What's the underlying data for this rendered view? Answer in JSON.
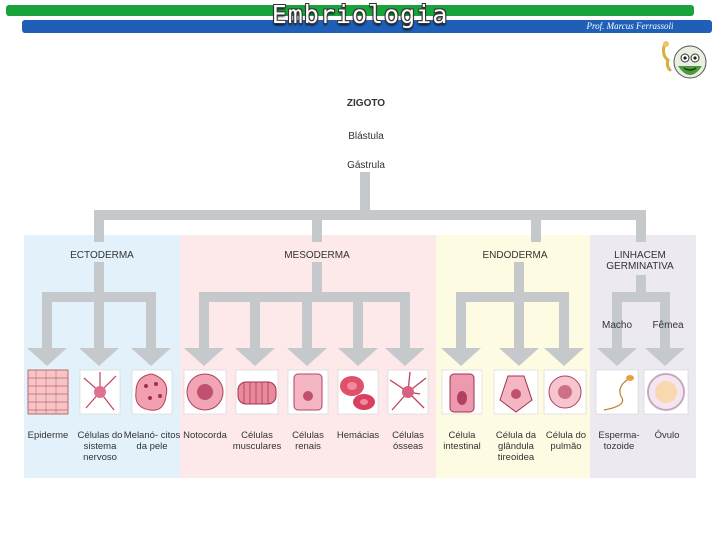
{
  "header": {
    "title": "Embriologia",
    "author": "Prof. Marcus Ferrassoli",
    "colors": {
      "green_bar": "#1aa33b",
      "blue_bar": "#1f5fb8"
    }
  },
  "diagram": {
    "stages": [
      "ZIGOTO",
      "Blástula",
      "Gástrula"
    ],
    "sections": [
      {
        "label": "ECTODERMA",
        "color": "#e3f1fb"
      },
      {
        "label": "MESODERMA",
        "color": "#fde8ea"
      },
      {
        "label": "ENDODERMA",
        "color": "#fefbe3"
      },
      {
        "label": "LINHACEM GERMINATIVA",
        "color": "#ece9f0"
      }
    ],
    "germ_sub": [
      "Macho",
      "Fêmea"
    ],
    "cells": [
      {
        "label": "Epiderme",
        "icon": "epidermis-tissue-icon"
      },
      {
        "label": "Células do sistema nervoso",
        "icon": "neuron-icon"
      },
      {
        "label": "Melanó- citos da pele",
        "icon": "melanocyte-icon"
      },
      {
        "label": "Notocorda",
        "icon": "notochord-cell-icon"
      },
      {
        "label": "Células musculares",
        "icon": "muscle-fiber-icon"
      },
      {
        "label": "Células renais",
        "icon": "kidney-cell-icon"
      },
      {
        "label": "Hemácias",
        "icon": "red-blood-cell-icon"
      },
      {
        "label": "Células ósseas",
        "icon": "bone-cell-icon"
      },
      {
        "label": "Célula intestinal",
        "icon": "intestinal-cell-icon"
      },
      {
        "label": "Célula da glândula tireoidea",
        "icon": "thyroid-cell-icon"
      },
      {
        "label": "Célula do pulmão",
        "icon": "lung-cell-icon"
      },
      {
        "label": "Esperma- tozoide",
        "icon": "sperm-icon"
      },
      {
        "label": "Óvulo",
        "icon": "ovum-icon"
      }
    ]
  }
}
